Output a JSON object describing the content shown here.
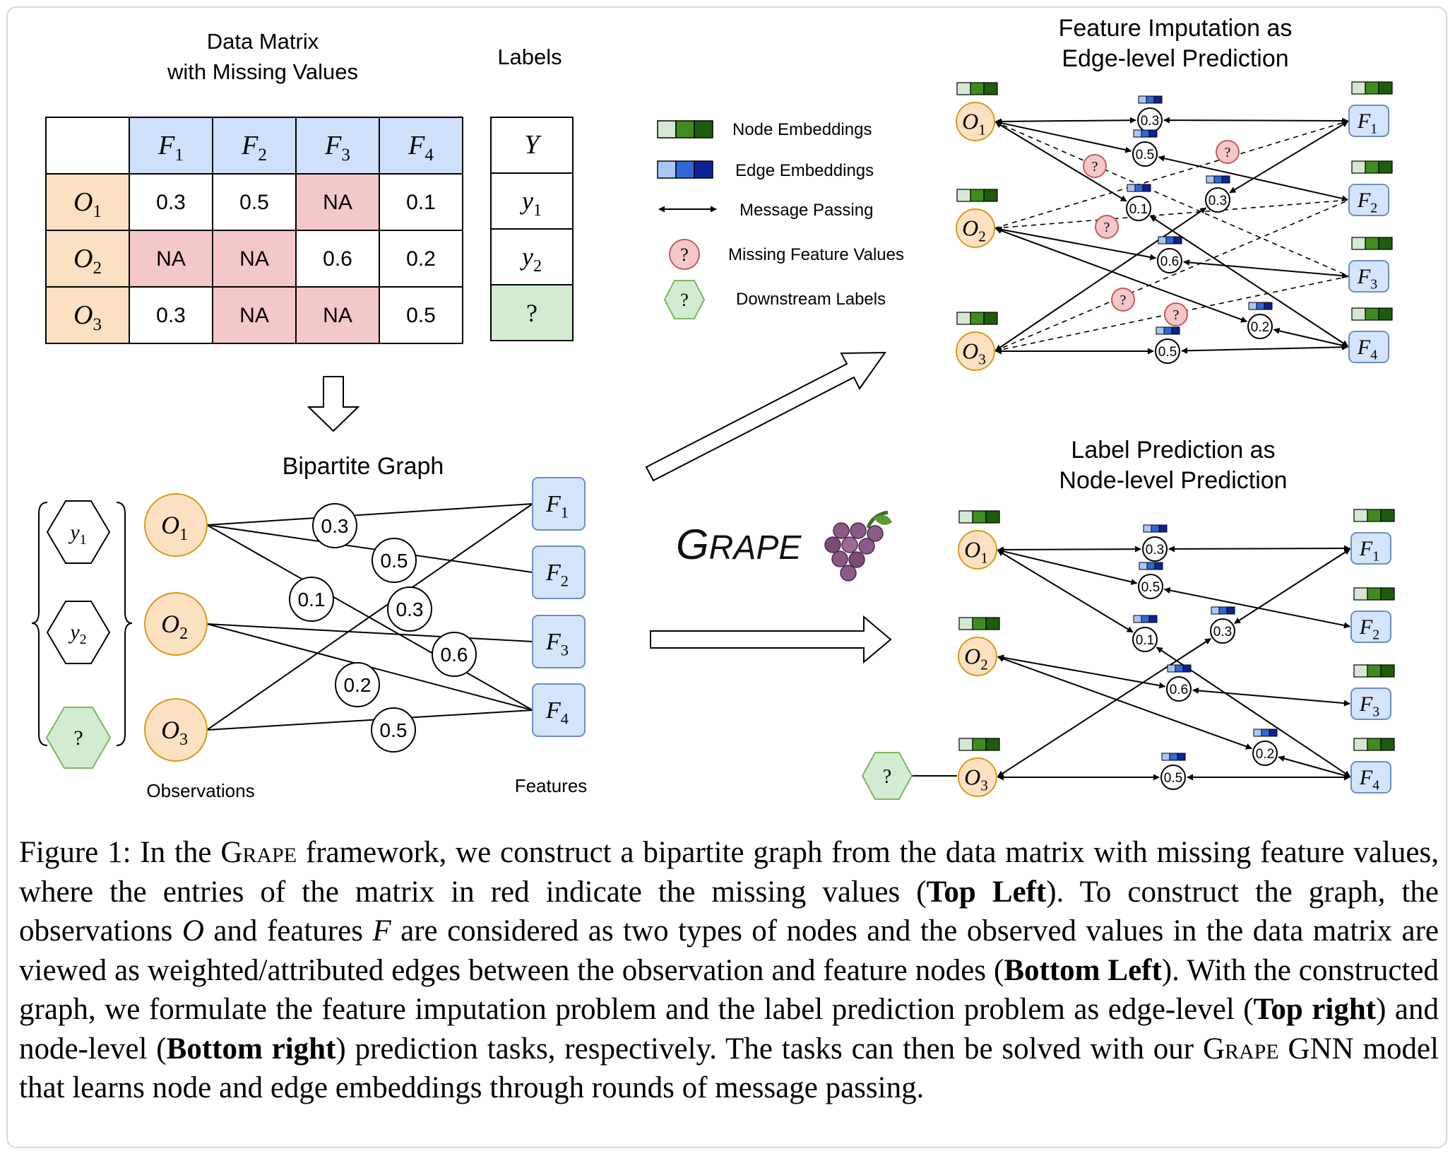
{
  "matrix": {
    "title_line1": "Data Matrix",
    "title_line2": "with Missing Values",
    "col_headers": [
      "F",
      "F",
      "F",
      "F"
    ],
    "col_subs": [
      "1",
      "2",
      "3",
      "4"
    ],
    "row_headers": [
      "O",
      "O",
      "O"
    ],
    "row_subs": [
      "1",
      "2",
      "3"
    ],
    "cells": [
      [
        "0.3",
        "0.5",
        "NA",
        "0.1"
      ],
      [
        "NA",
        "NA",
        "0.6",
        "0.2"
      ],
      [
        "0.3",
        "NA",
        "NA",
        "0.5"
      ]
    ],
    "missing_color": "#f4c7c9",
    "feature_color": "#cfe0fa",
    "observation_color": "#fbe0c1"
  },
  "labels": {
    "title": "Labels",
    "header": "Y",
    "y1": "y",
    "y1_sub": "1",
    "y2": "y",
    "y2_sub": "2",
    "unknown": "?",
    "unknown_color": "#d2ebd1"
  },
  "legend": {
    "node_embeddings": "Node Embeddings",
    "edge_embeddings": "Edge Embeddings",
    "message_passing": "Message Passing",
    "missing_values": "Missing Feature Values",
    "downstream_labels": "Downstream Labels",
    "missing_marker": "?",
    "label_marker": "?"
  },
  "bipartite": {
    "title": "Bipartite Graph",
    "observations_label": "Observations",
    "features_label": "Features",
    "edge_values": [
      "0.3",
      "0.5",
      "0.1",
      "0.3",
      "0.6",
      "0.2",
      "0.5"
    ]
  },
  "top_right": {
    "title_line1": "Feature Imputation as",
    "title_line2": "Edge-level Prediction"
  },
  "bottom_right": {
    "title_line1": "Label Prediction as",
    "title_line2": "Node-level Prediction"
  },
  "brand": {
    "name_first": "G",
    "name_rest": "RAPE",
    "grape_icon": "grape-icon"
  },
  "caption": {
    "p1": "Figure 1: In the ",
    "grape1": "Grape",
    "p2": " framework, we construct a bipartite graph from the data matrix with missing feature values, where the entries of the matrix in red indicate the missing values (",
    "b1": "Top Left",
    "p3": ").  To construct the graph, the observations ",
    "var_o": "O",
    "p4": " and features ",
    "var_f": "F",
    "p5": " are considered as two types of nodes and the observed values in the data matrix are viewed as weighted/attributed edges between the observation and feature nodes (",
    "b2": "Bottom Left",
    "p6": "). With the constructed graph, we formulate the feature imputation problem and the label prediction problem as edge-level (",
    "b3": "Top right",
    "p7": ") and node-level (",
    "b4": "Bottom right",
    "p8": ") prediction tasks, respectively. The tasks can then be solved with our ",
    "grape2": "Grape",
    "p9": " GNN model that learns node and edge embeddings through rounds of message passing."
  },
  "colors": {
    "obs_fill": "#fbe0c1",
    "obs_stroke": "#d79b1b",
    "feat_fill": "#d4e4fb",
    "feat_stroke": "#6c8ebf",
    "missing_fill": "#f4c7c9",
    "missing_stroke": "#c55a5f",
    "label_fill": "#d2ebd1",
    "label_stroke": "#82b366",
    "node_emb": [
      "#d5e8d4",
      "#3f8d1d",
      "#1f5c0e"
    ],
    "edge_emb": [
      "#a9c7f5",
      "#2f68d8",
      "#0b2396"
    ]
  }
}
